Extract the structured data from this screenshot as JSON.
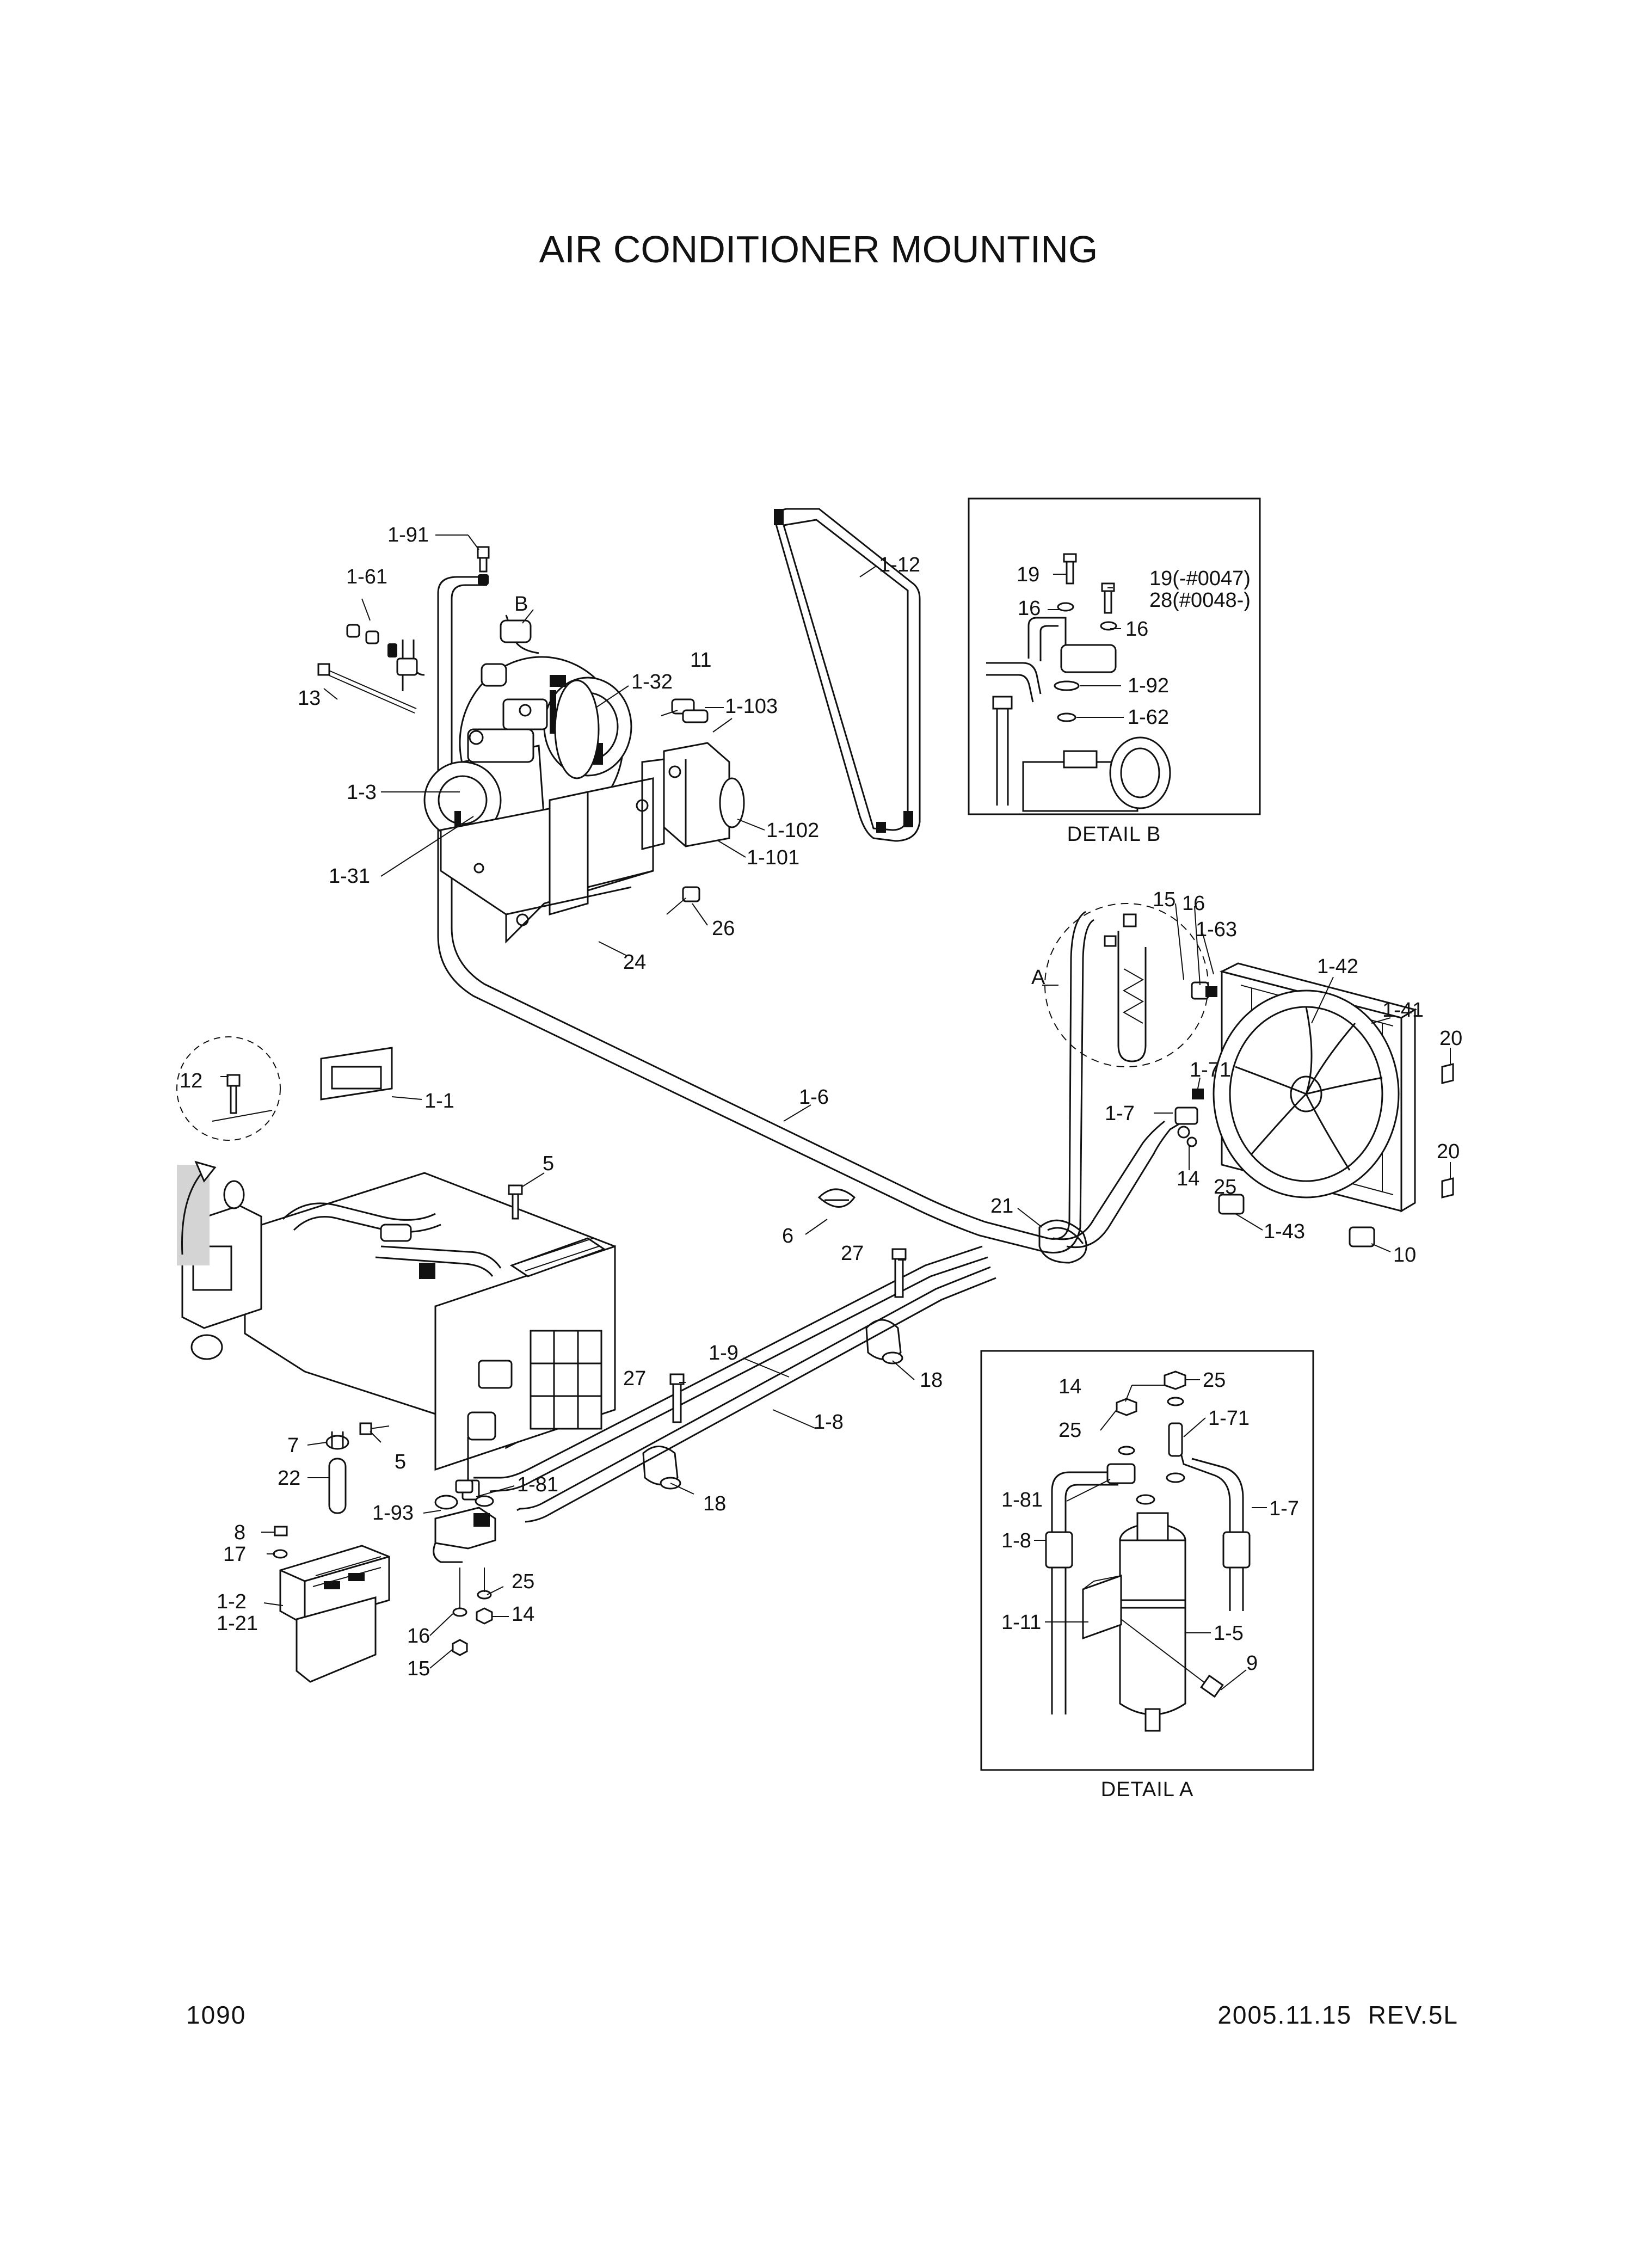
{
  "title": "AIR CONDITIONER MOUNTING",
  "page_number": "1090",
  "revision": "2005.11.15  REV.5L",
  "detail_b": {
    "caption": "DETAIL B",
    "labels": [
      "19",
      "19(-#0047)",
      "28(#0048-)",
      "16",
      "16",
      "1-92",
      "1-62"
    ]
  },
  "detail_a": {
    "caption": "DETAIL A",
    "labels": [
      "14",
      "25",
      "25",
      "1-71",
      "1-81",
      "1-7",
      "1-8",
      "1-11",
      "1-5",
      "9"
    ]
  },
  "main_labels": {
    "l_1_91": "1-91",
    "l_1_61": "1-61",
    "l_B": "B",
    "l_13": "13",
    "l_1_32": "1-32",
    "l_11": "11",
    "l_1_103": "1-103",
    "l_1_12": "1-12",
    "l_1_3": "1-3",
    "l_1_31": "1-31",
    "l_1_102": "1-102",
    "l_1_101": "1-101",
    "l_26": "26",
    "l_24": "24",
    "l_15": "15",
    "l_16": "16",
    "l_1_63": "1-63",
    "l_A": "A",
    "l_1_42": "1-42",
    "l_1_41": "1-41",
    "l_20a": "20",
    "l_1_71": "1-71",
    "l_1_7": "1-7",
    "l_20b": "20",
    "l_14": "14",
    "l_25": "25",
    "l_1_43": "1-43",
    "l_10": "10",
    "l_12": "12",
    "l_1_1": "1-1",
    "l_1_6": "1-6",
    "l_5a": "5",
    "l_6": "6",
    "l_21": "21",
    "l_27a": "27",
    "l_18a": "18",
    "l_1_9": "1-9",
    "l_1_8": "1-8",
    "l_27b": "27",
    "l_7": "7",
    "l_5b": "5",
    "l_22": "22",
    "l_1_81": "1-81",
    "l_18b": "18",
    "l_1_93": "1-93",
    "l_8": "8",
    "l_17": "17",
    "l_25b": "25",
    "l_1_2": "1-2",
    "l_1_21": "1-21",
    "l_14b": "14",
    "l_16b": "16",
    "l_15b": "15"
  }
}
